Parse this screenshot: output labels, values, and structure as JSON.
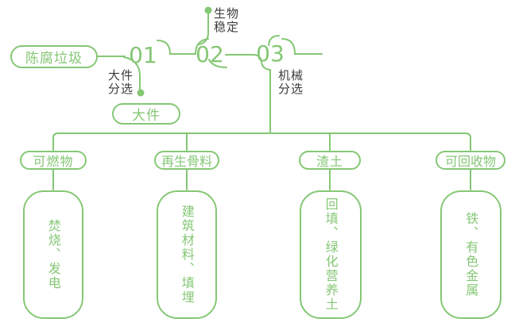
{
  "colors": {
    "green": "#85C775",
    "dark": "#3C3C3C",
    "background": "#FFFFFF"
  },
  "diagram": {
    "source": {
      "label": "陈腐垃圾"
    },
    "steps": [
      {
        "number": "01",
        "process_label": "大件\n分选",
        "output": "大件"
      },
      {
        "number": "02",
        "process_label": "生物\n稳定"
      },
      {
        "number": "03",
        "process_label": "机械\n分选"
      }
    ],
    "columns": [
      {
        "category": "可燃物",
        "result": "焚烧、发电"
      },
      {
        "category": "再生骨料",
        "result": "建筑材料、填埋"
      },
      {
        "category": "渣土",
        "result": "回填、绿化营养土"
      },
      {
        "category": "可回收物",
        "result": "铁、有色金属"
      }
    ]
  }
}
